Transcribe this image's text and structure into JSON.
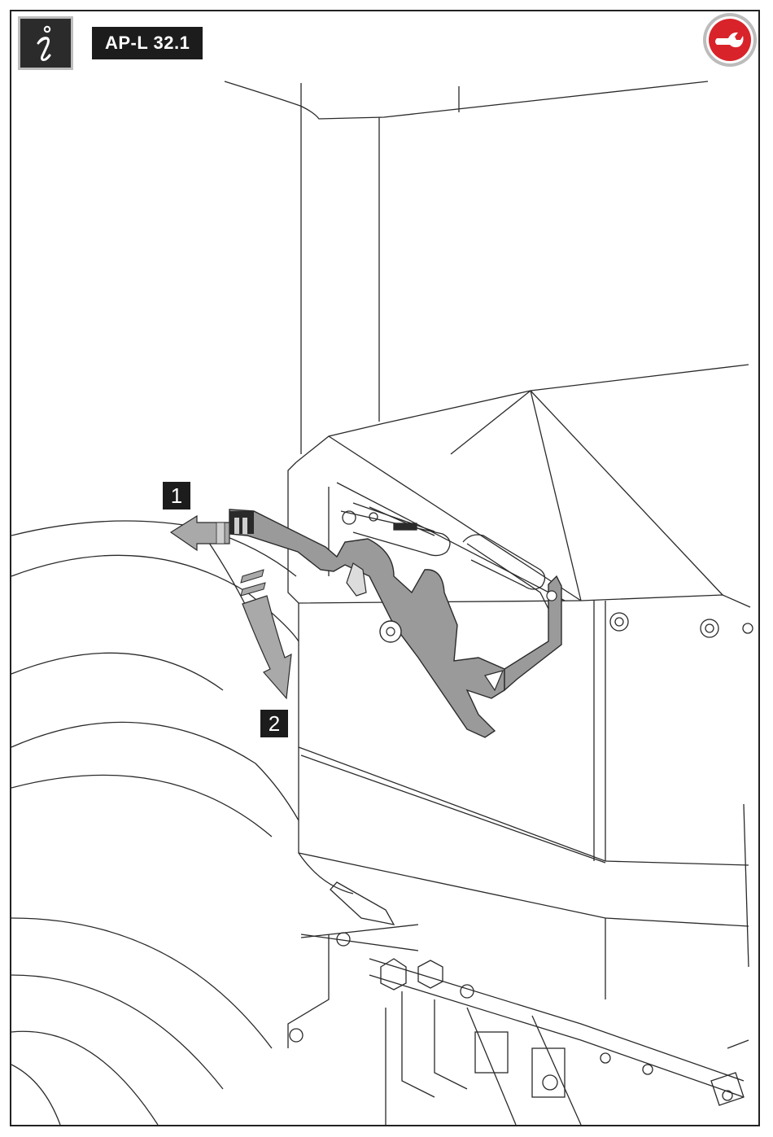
{
  "header": {
    "info_icon": "info-icon",
    "code": "AP-L 32.1",
    "badge_icon": "wrench-icon",
    "badge_color": "#d9232b"
  },
  "callouts": {
    "step_1": "1",
    "step_2": "2"
  },
  "colors": {
    "lever_fill": "#9a9a9a",
    "arrow_fill": "#a9a9a9",
    "line": "#2a2a2a"
  }
}
